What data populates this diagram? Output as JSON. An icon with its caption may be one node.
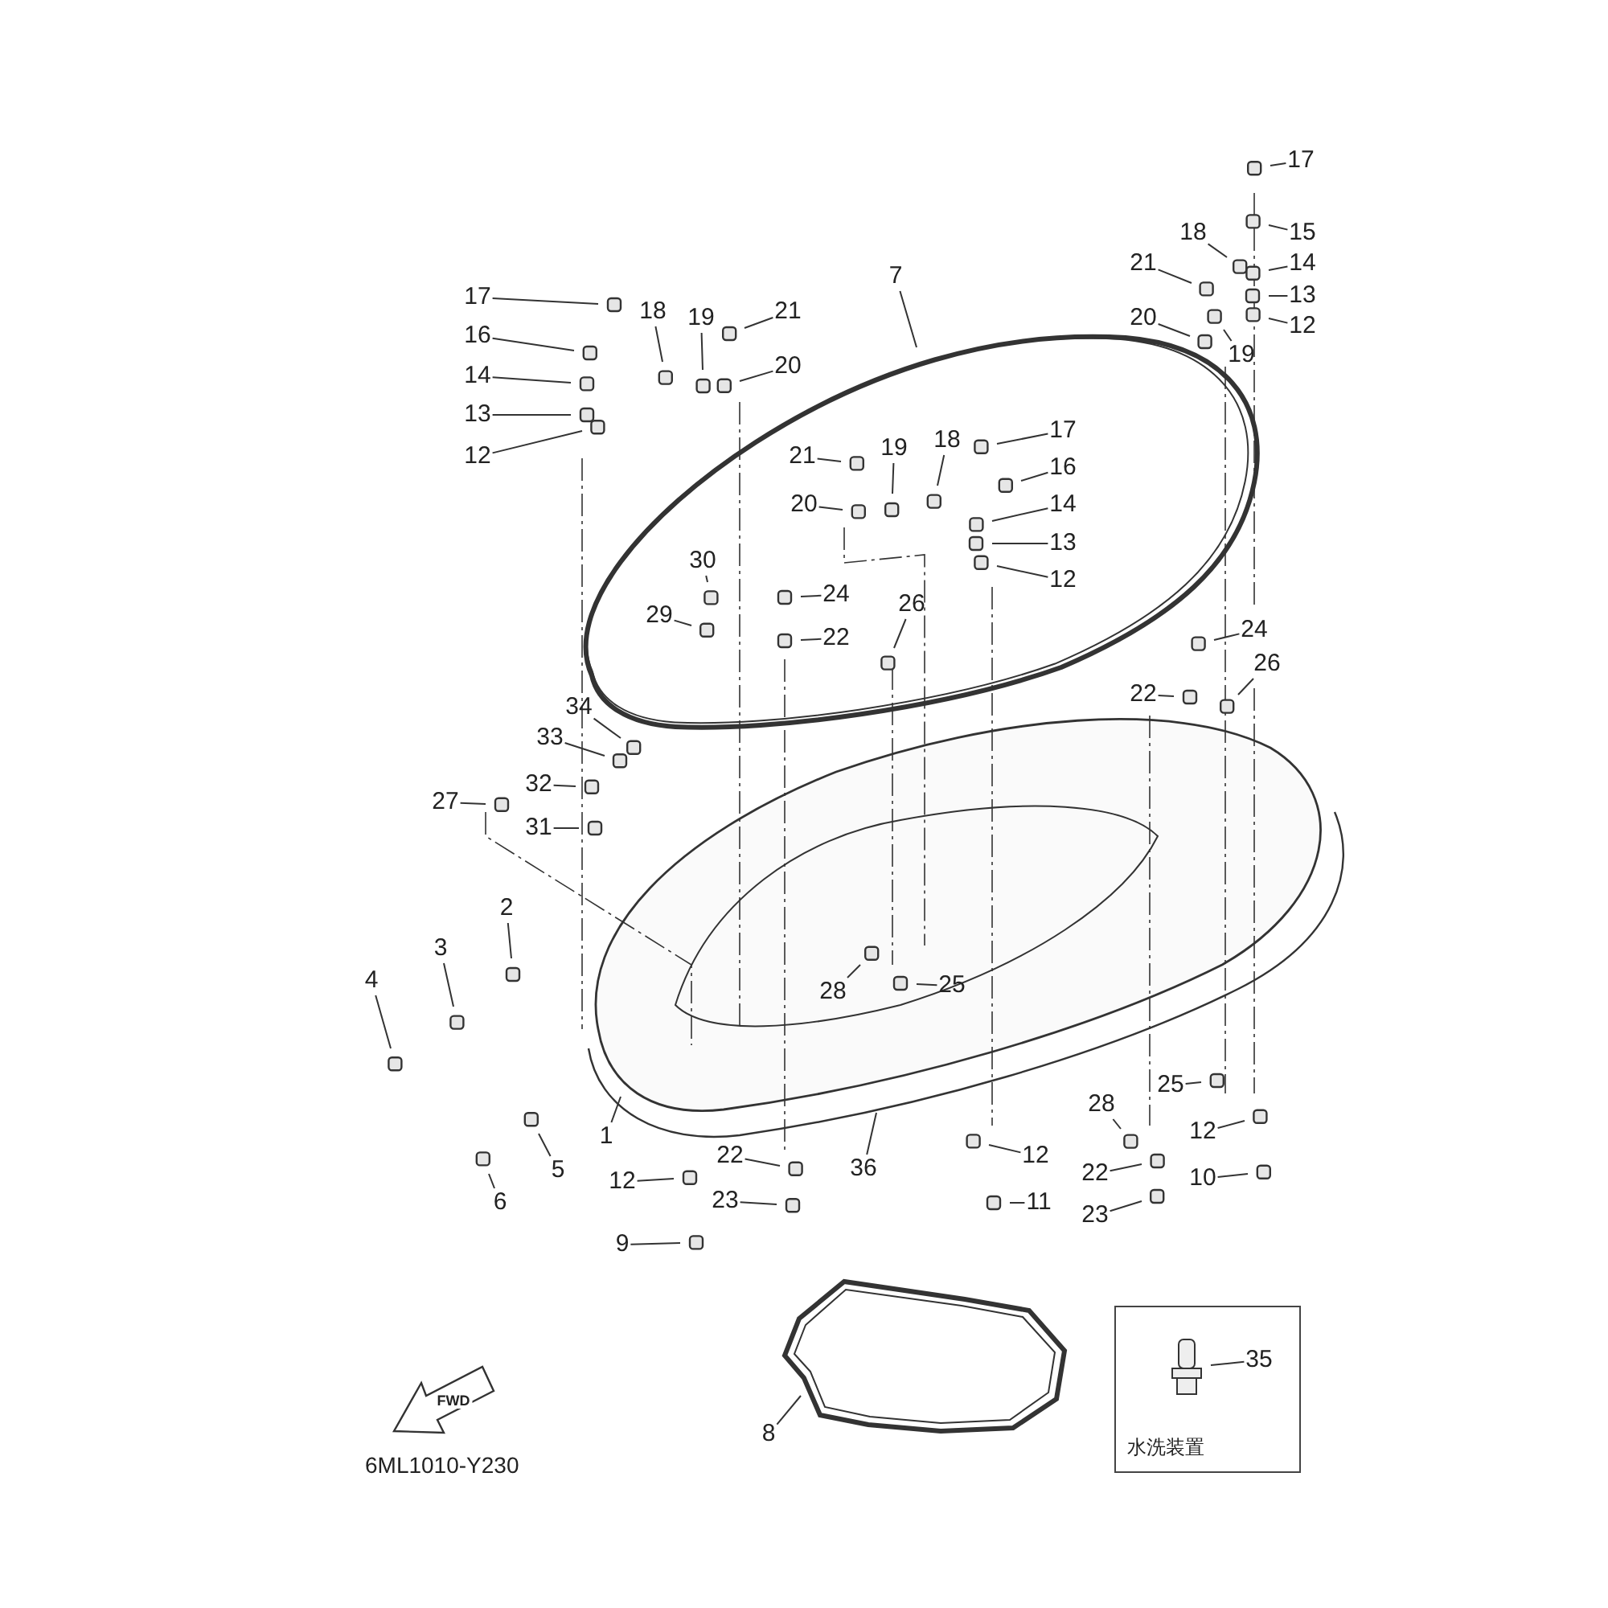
{
  "diagram": {
    "nodes": [
      {
        "text": [
          "17"
        ]
      },
      {
        "text": [
          "16"
        ]
      },
      {
        "text": [
          "14"
        ]
      },
      {
        "text": [
          "13"
        ]
      },
      {
        "text": [
          "12"
        ]
      },
      {
        "text": [
          "18"
        ]
      },
      {
        "text": [
          "19"
        ]
      },
      {
        "text": [
          "21"
        ]
      },
      {
        "text": [
          "20"
        ]
      },
      {
        "text": [
          "7"
        ]
      },
      {
        "text": [
          "21"
        ]
      },
      {
        "text": [
          "19"
        ]
      },
      {
        "text": [
          "18"
        ]
      },
      {
        "text": [
          "17"
        ]
      },
      {
        "text": [
          "16"
        ]
      },
      {
        "text": [
          "14"
        ]
      },
      {
        "text": [
          "13"
        ]
      },
      {
        "text": [
          "12"
        ]
      },
      {
        "text": [
          "20"
        ]
      },
      {
        "text": [
          "30"
        ]
      },
      {
        "text": [
          "29"
        ]
      },
      {
        "text": [
          "24"
        ]
      },
      {
        "text": [
          "22"
        ]
      },
      {
        "text": [
          "26"
        ]
      },
      {
        "text": [
          "17"
        ]
      },
      {
        "text": [
          "15"
        ]
      },
      {
        "text": [
          "14"
        ]
      },
      {
        "text": [
          "13"
        ]
      },
      {
        "text": [
          "12"
        ]
      },
      {
        "text": [
          "18"
        ]
      },
      {
        "text": [
          "21"
        ]
      },
      {
        "text": [
          "20"
        ]
      },
      {
        "text": [
          "19"
        ]
      },
      {
        "text": [
          "24"
        ]
      },
      {
        "text": [
          "26"
        ]
      },
      {
        "text": [
          "22"
        ]
      },
      {
        "text": [
          "34"
        ]
      },
      {
        "text": [
          "33"
        ]
      },
      {
        "text": [
          "32"
        ]
      },
      {
        "text": [
          "31"
        ]
      },
      {
        "text": [
          "27"
        ]
      },
      {
        "text": [
          "2"
        ]
      },
      {
        "text": [
          "3"
        ]
      },
      {
        "text": [
          "4"
        ]
      },
      {
        "text": [
          "5"
        ]
      },
      {
        "text": [
          "6"
        ]
      },
      {
        "text": [
          "1"
        ]
      },
      {
        "text": [
          "36"
        ]
      },
      {
        "text": [
          "28"
        ]
      },
      {
        "text": [
          "25"
        ]
      },
      {
        "text": [
          "12"
        ]
      },
      {
        "text": [
          "22"
        ]
      },
      {
        "text": [
          "23"
        ]
      },
      {
        "text": [
          "9"
        ]
      },
      {
        "text": [
          "12"
        ]
      },
      {
        "text": [
          "11"
        ]
      },
      {
        "text": [
          "28"
        ]
      },
      {
        "text": [
          "22"
        ]
      },
      {
        "text": [
          "23"
        ]
      },
      {
        "text": [
          "25"
        ]
      },
      {
        "text": [
          "12"
        ]
      },
      {
        "text": [
          "10"
        ]
      },
      {
        "text": [
          "8"
        ]
      },
      {
        "text": [
          "水洗装置"
        ]
      },
      {
        "text": [
          "35"
        ],
        "in": 63
      }
    ],
    "edges": [
      {
        "from": 0,
        "to": null,
        "arrow": "none"
      },
      {
        "from": 1,
        "to": null,
        "arrow": "none"
      },
      {
        "from": 2,
        "to": null,
        "arrow": "none"
      },
      {
        "from": 3,
        "to": null,
        "arrow": "none"
      },
      {
        "from": 4,
        "to": null,
        "arrow": "none"
      },
      {
        "from": 5,
        "to": null,
        "arrow": "none"
      },
      {
        "from": 6,
        "to": null,
        "arrow": "none"
      },
      {
        "from": 7,
        "to": null,
        "arrow": "none"
      },
      {
        "from": 8,
        "to": null,
        "arrow": "none"
      },
      {
        "from": 9,
        "to": null,
        "arrow": "none"
      },
      {
        "from": 10,
        "to": null,
        "arrow": "none"
      },
      {
        "from": 11,
        "to": null,
        "arrow": "none"
      },
      {
        "from": 12,
        "to": null,
        "arrow": "none"
      },
      {
        "from": 13,
        "to": null,
        "arrow": "none"
      },
      {
        "from": 14,
        "to": null,
        "arrow": "none"
      },
      {
        "from": 15,
        "to": null,
        "arrow": "none"
      },
      {
        "from": 16,
        "to": null,
        "arrow": "none"
      },
      {
        "from": 17,
        "to": null,
        "arrow": "none"
      },
      {
        "from": 18,
        "to": null,
        "arrow": "none"
      },
      {
        "from": 19,
        "to": null,
        "arrow": "none"
      },
      {
        "from": 20,
        "to": null,
        "arrow": "none"
      },
      {
        "from": 21,
        "to": null,
        "arrow": "none"
      },
      {
        "from": 22,
        "to": null,
        "arrow": "none"
      },
      {
        "from": 23,
        "to": null,
        "arrow": "none"
      },
      {
        "from": 24,
        "to": null,
        "arrow": "none"
      },
      {
        "from": 25,
        "to": null,
        "arrow": "none"
      },
      {
        "from": 26,
        "to": null,
        "arrow": "none"
      },
      {
        "from": 27,
        "to": null,
        "arrow": "none"
      },
      {
        "from": 28,
        "to": null,
        "arrow": "none"
      },
      {
        "from": 29,
        "to": null,
        "arrow": "none"
      },
      {
        "from": 30,
        "to": null,
        "arrow": "none"
      },
      {
        "from": 31,
        "to": null,
        "arrow": "none"
      },
      {
        "from": 32,
        "to": null,
        "arrow": "none"
      },
      {
        "from": 33,
        "to": null,
        "arrow": "none"
      },
      {
        "from": 34,
        "to": null,
        "arrow": "none"
      },
      {
        "from": 35,
        "to": null,
        "arrow": "none"
      },
      {
        "from": 36,
        "to": null,
        "arrow": "none"
      },
      {
        "from": 37,
        "to": null,
        "arrow": "none"
      },
      {
        "from": 38,
        "to": null,
        "arrow": "none"
      },
      {
        "from": 39,
        "to": null,
        "arrow": "none"
      },
      {
        "from": 40,
        "to": null,
        "arrow": "none"
      },
      {
        "from": 41,
        "to": null,
        "arrow": "none"
      },
      {
        "from": 42,
        "to": null,
        "arrow": "none"
      },
      {
        "from": 43,
        "to": null,
        "arrow": "none"
      },
      {
        "from": 44,
        "to": null,
        "arrow": "none"
      },
      {
        "from": 45,
        "to": null,
        "arrow": "none"
      },
      {
        "from": 46,
        "to": null,
        "arrow": "none"
      },
      {
        "from": 47,
        "to": null,
        "arrow": "none"
      },
      {
        "from": 48,
        "to": null,
        "arrow": "none"
      },
      {
        "from": 49,
        "to": null,
        "arrow": "none"
      },
      {
        "from": 50,
        "to": null,
        "arrow": "none"
      },
      {
        "from": 51,
        "to": null,
        "arrow": "none"
      },
      {
        "from": 52,
        "to": null,
        "arrow": "none"
      },
      {
        "from": 53,
        "to": null,
        "arrow": "none"
      },
      {
        "from": 54,
        "to": null,
        "arrow": "none"
      },
      {
        "from": 55,
        "to": null,
        "arrow": "none"
      },
      {
        "from": 56,
        "to": null,
        "arrow": "none"
      },
      {
        "from": 57,
        "to": null,
        "arrow": "none"
      },
      {
        "from": 58,
        "to": null,
        "arrow": "none"
      },
      {
        "from": 59,
        "to": null,
        "arrow": "none"
      },
      {
        "from": 60,
        "to": null,
        "arrow": "none"
      },
      {
        "from": 61,
        "to": null,
        "arrow": "none"
      },
      {
        "from": 62,
        "to": null,
        "arrow": "none"
      },
      {
        "from": 64,
        "to": null,
        "arrow": "none"
      }
    ],
    "labels": [
      "FWD",
      "6ML1010-Y230"
    ]
  }
}
